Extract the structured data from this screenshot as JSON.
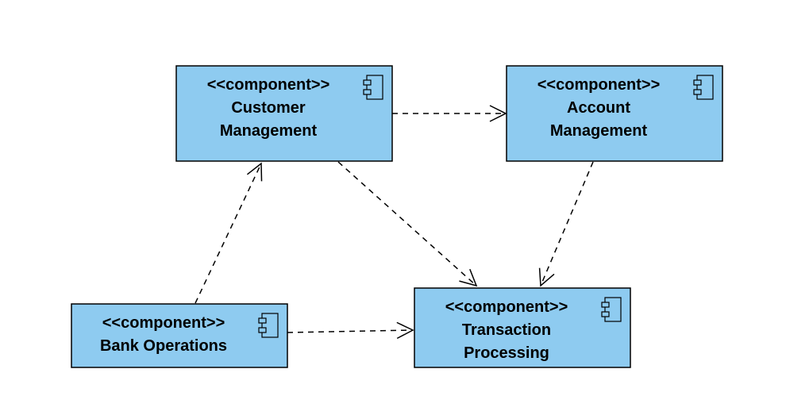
{
  "colors": {
    "component_fill": "#8ecbf0",
    "stroke": "#000000",
    "background": "#ffffff"
  },
  "components": [
    {
      "id": "customer",
      "stereotype": "<<component>>",
      "lines": [
        "Customer",
        "Management"
      ],
      "icon": "component-icon"
    },
    {
      "id": "account",
      "stereotype": "<<component>>",
      "lines": [
        "Account",
        "Management"
      ],
      "icon": "component-icon"
    },
    {
      "id": "bank",
      "stereotype": "<<component>>",
      "lines": [
        "Bank Operations"
      ],
      "icon": "component-icon"
    },
    {
      "id": "transaction",
      "stereotype": "<<component>>",
      "lines": [
        "Transaction",
        "Processing"
      ],
      "icon": "component-icon"
    }
  ],
  "dependencies": [
    {
      "from": "customer",
      "to": "account",
      "style": "dashed-open-arrow"
    },
    {
      "from": "customer",
      "to": "transaction",
      "style": "dashed-open-arrow"
    },
    {
      "from": "account",
      "to": "transaction",
      "style": "dashed-open-arrow"
    },
    {
      "from": "bank",
      "to": "customer",
      "style": "dashed-open-arrow"
    },
    {
      "from": "bank",
      "to": "transaction",
      "style": "dashed-open-arrow"
    }
  ]
}
